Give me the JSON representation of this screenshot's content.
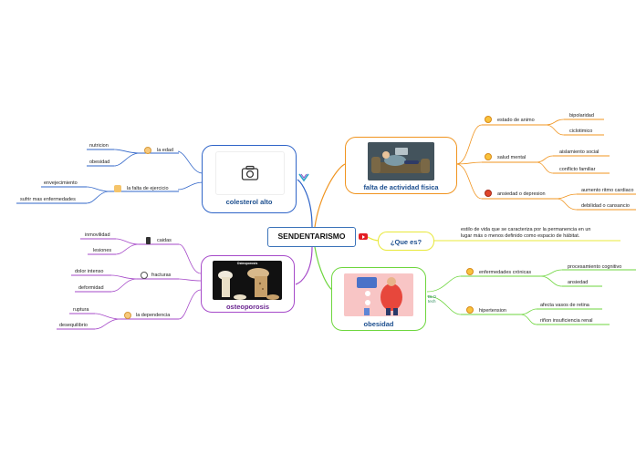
{
  "central": "SENDENTARISMO",
  "colesterol": {
    "title": "colesterol alto",
    "edad": "la edad",
    "falta_ejercicio": "la falta de ejercicio",
    "nutricion": "nutricion",
    "obesidad": "obesidad",
    "envejecimiento": "envejecimiento",
    "sufrir": "sufrir mas enfermedades"
  },
  "osteoporosis": {
    "title": "osteoporosis",
    "image_caption": "Osteoporosis",
    "caidas": "caidas",
    "fracturas": "fracturas",
    "dependencia": "la dependencia",
    "inmovilidad": "inmovilidad",
    "lesiones": "lesiones",
    "dolor": "dolor intenso",
    "deformidad": "deformidad",
    "ruptura": "ruptura",
    "desequilibrio": "desequilibrio"
  },
  "falta": {
    "title": "falta de actividad física",
    "estado": "estado de animo",
    "salud": "salud mental",
    "ansiedad": "ansiedad o depresion",
    "bipolaridad": "bipolaridad",
    "ciclotimico": "ciclotimico",
    "aislamiento": "aislamiento social",
    "conflicto": "conflicto familiar",
    "ritmo": "aumento ritmo cardiaco",
    "debilidad": "debilidad o cansancio"
  },
  "quees": {
    "title": "¿Que es?",
    "definition_l1": "estilo de vida que se caracteriza por la permanencia en un",
    "definition_l2": "lugar más o menos definido como espacio de hábitat."
  },
  "obesidad": {
    "title": "obesidad",
    "enfermedades": "enfermedades crónicas",
    "hipertension": "hipertension",
    "procesamiento": "procesamiento cognitivo",
    "ansiedad": "ansiedad",
    "afecta": "afecta vasos de retina",
    "rinon": "riñon insuficiencia renal",
    "brand_top": "BLO",
    "brand_bottom": "tech"
  },
  "icons": {
    "camera": "camera-icon",
    "youtube": "youtube-icon"
  },
  "colors": {
    "central": "#3b73b9",
    "colesterol": "#2f64c8",
    "osteoporosis": "#a64ac9",
    "falta": "#f0941f",
    "obesidad": "#6ed63e",
    "quees": "#e8e83a",
    "red": "#e0452b"
  }
}
